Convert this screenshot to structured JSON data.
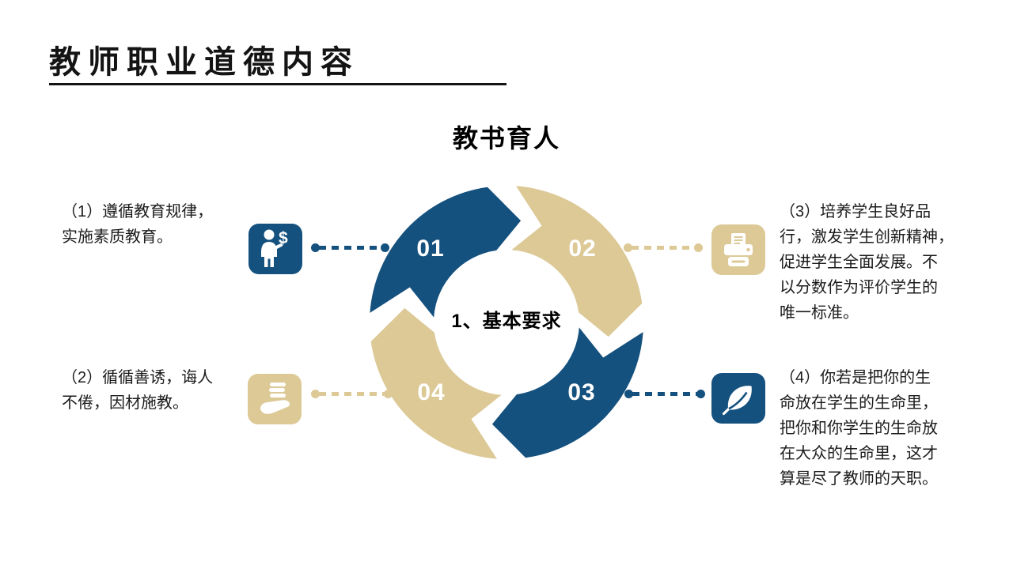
{
  "slide": {
    "title": "教师职业道德内容",
    "heading": "教书育人",
    "center_label": "1、基本要求",
    "colors": {
      "blue": "#15517E",
      "tan": "#DCC996",
      "text": "#1B1B1B",
      "background": "#FFFFFF"
    },
    "cycle_segments": [
      {
        "number": "01",
        "color": "#15517E"
      },
      {
        "number": "02",
        "color": "#DCC996"
      },
      {
        "number": "03",
        "color": "#15517E"
      },
      {
        "number": "04",
        "color": "#DCC996"
      }
    ],
    "items": [
      {
        "id": "1",
        "icon": "businessman-dollar-icon",
        "text": "（1）遵循教育规律，\n实施素质教育。"
      },
      {
        "id": "2",
        "icon": "hand-stack-icon",
        "text": "（2）循循善诱，诲人\n不倦，因材施教。"
      },
      {
        "id": "3",
        "icon": "printer-icon",
        "text": "（3）培养学生良好品\n行，激发学生创新精神，\n促进学生全面发展。不\n以分数作为评价学生的\n唯一标准。"
      },
      {
        "id": "4",
        "icon": "leaf-icon",
        "text": "（4）你若是把你的生\n命放在学生的生命里，\n把你和你学生的生命放\n在大众的生命里，这才\n算是尽了教师的天职。"
      }
    ]
  }
}
